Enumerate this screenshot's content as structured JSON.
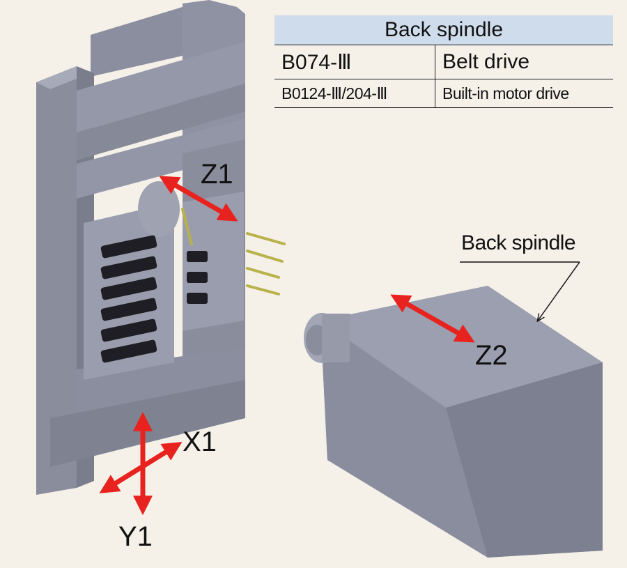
{
  "table": {
    "header": "Back spindle",
    "rows": [
      {
        "model": "B074-Ⅲ",
        "drive": "Belt drive"
      },
      {
        "model": "B0124-Ⅲ/204-Ⅲ",
        "drive": "Built-in motor drive"
      }
    ]
  },
  "axes": {
    "z1": "Z1",
    "z2": "Z2",
    "x1": "X1",
    "y1": "Y1"
  },
  "callout": {
    "label": "Back spindle"
  },
  "colors": {
    "background": "#f5f1e9",
    "table_header": "#cfdcec",
    "arrow": "#e8231f",
    "machine_body": "#8a8d9c"
  }
}
